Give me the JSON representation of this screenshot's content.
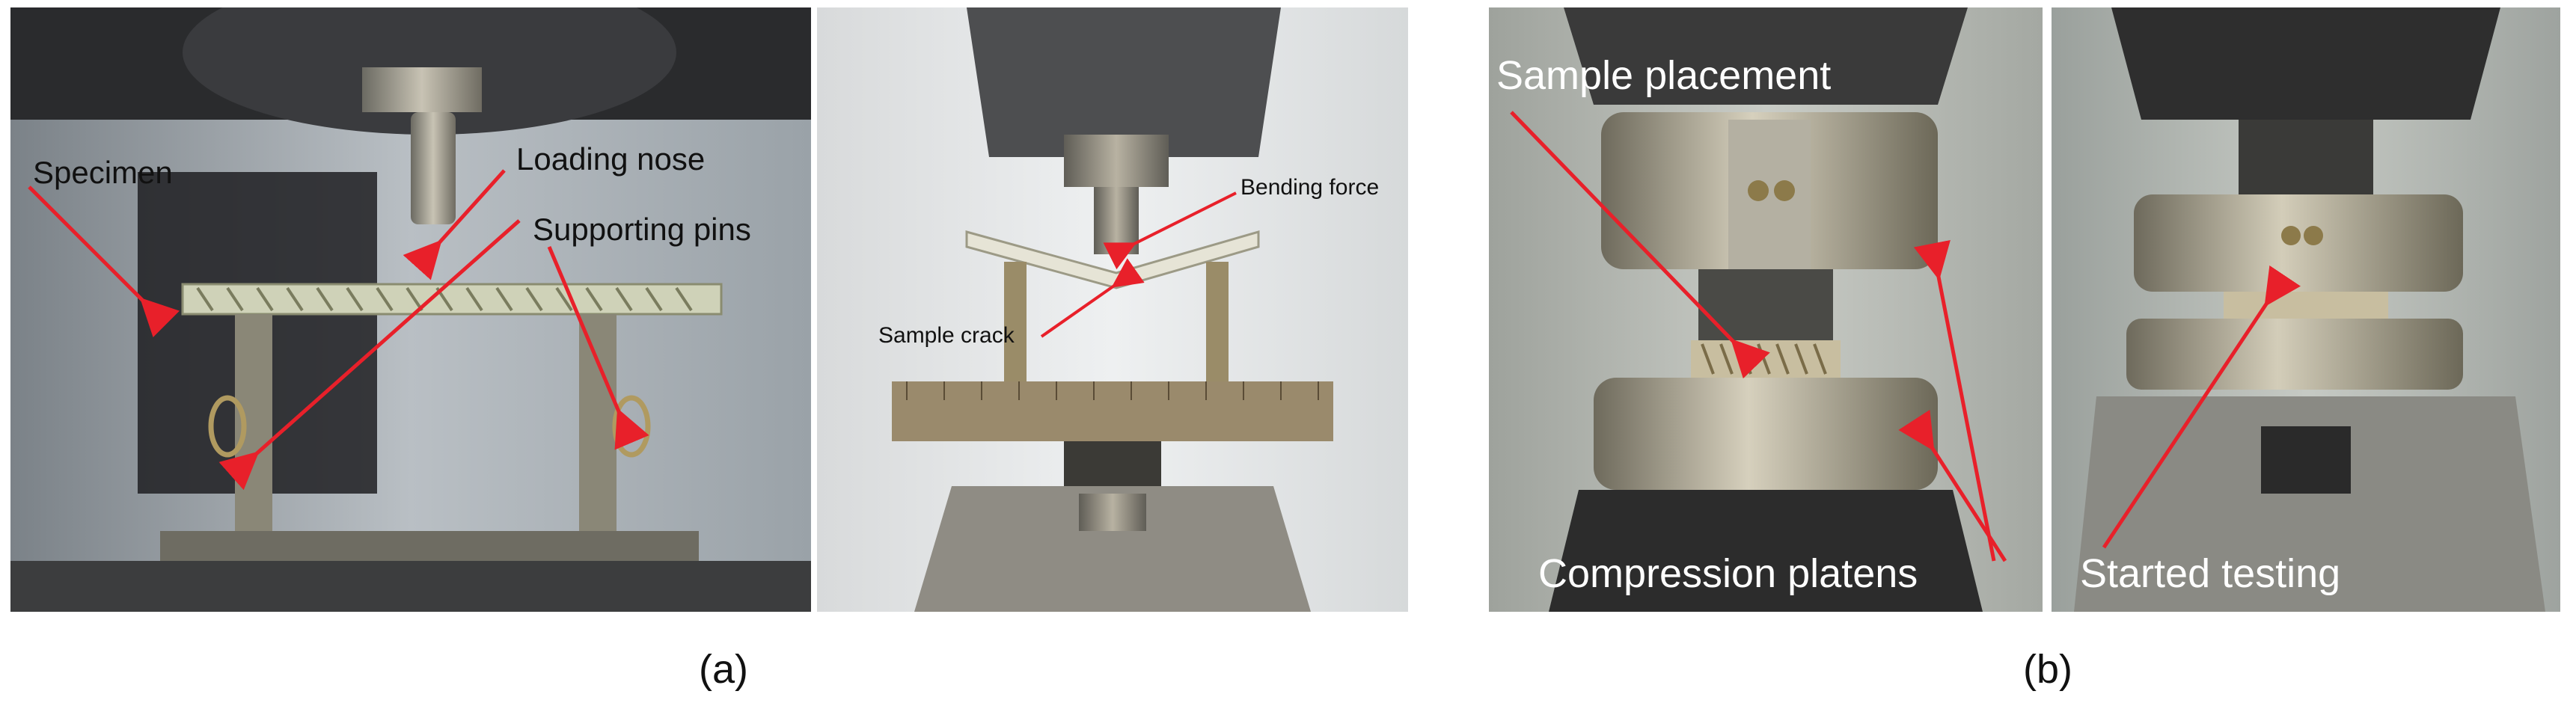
{
  "panel_a": {
    "caption": "(a)",
    "labels": {
      "specimen": "Specimen",
      "loading_nose": "Loading nose",
      "supporting_pins": "Supporting pins",
      "bending_force": "Bending force",
      "sample_crack": "Sample crack"
    }
  },
  "panel_b": {
    "caption": "(b)",
    "labels": {
      "sample_placement": "Sample placement",
      "compression_platens": "Compression platens",
      "started_testing": "Started testing"
    }
  },
  "colors": {
    "arrow": "#e8202a",
    "metal": "#8c8a80",
    "bronze": "#a89878",
    "dark": "#2b2b2b"
  }
}
